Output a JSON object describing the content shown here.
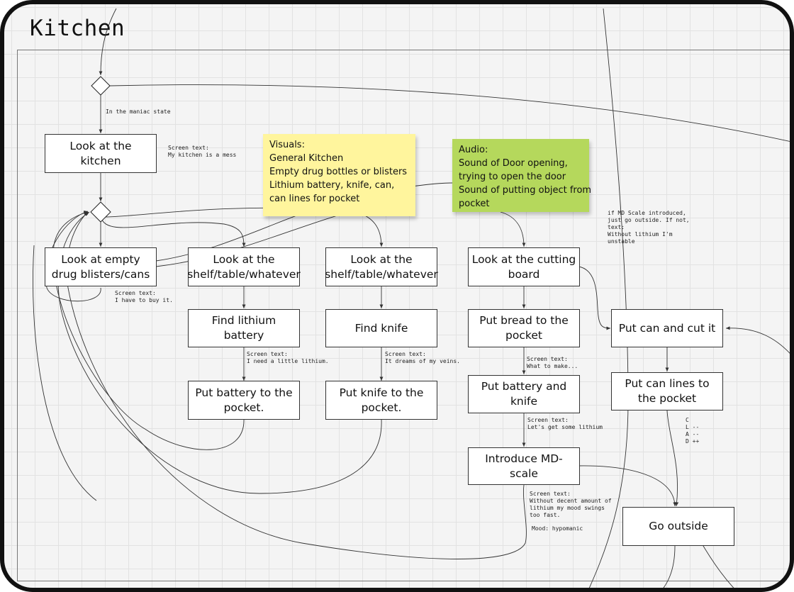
{
  "title": "Kitchen",
  "nodes": {
    "look_kitchen": "Look at the kitchen",
    "look_blisters": "Look at empty drug blisters/cans",
    "look_shelf_1": "Look at the shelf/table/whatever",
    "look_shelf_2": "Look at the shelf/table/whatever",
    "look_cutting_board": "Look at the cutting board",
    "find_lithium": "Find lithium battery",
    "find_knife": "Find knife",
    "put_bread": "Put bread to the pocket",
    "put_can_cut": "Put can and cut it",
    "put_battery": "Put battery to the pocket.",
    "put_knife": "Put knife to the pocket.",
    "put_battery_knife": "Put battery and knife",
    "put_can_lines": "Put can lines to the pocket",
    "introduce_md": "Introduce MD-scale",
    "go_outside": "Go outside"
  },
  "notes": {
    "maniac_state": "In the maniac state",
    "kitchen_mess": "Screen text:\nMy kitchen is a mess",
    "have_to_buy": "Screen text:\nI have to buy it.",
    "little_lithium": "Screen text:\nI need a little lithium.",
    "dreams_veins": "Screen text:\nIt dreams of my veins.",
    "what_to_make": "Screen text:\nWhat to make...",
    "get_lithium": "Screen text:\nLet's get some lithium",
    "mood_swings": "Screen text:\nWithout decent amount of\nlithium my mood swings\ntoo fast.",
    "mood_hypomanic": "Mood: hypomanic",
    "md_scale": "if MD Scale introduced,\njust go outside. If not,\ntext:\nWithout lithium I'm\nunstable",
    "cla_d": "C\nL --\nA --\nD ++"
  },
  "stickies": {
    "visuals": "Visuals:\nGeneral Kitchen\nEmpty drug bottles or blisters\nLithium battery, knife, can,\ncan lines for pocket",
    "audio": "Audio:\nSound of Door opening,\ntrying to open the door\nSound of putting object from\npocket"
  },
  "colors": {
    "sticky_yellow": "#fff59d",
    "sticky_green": "#b5d85c",
    "frame": "#111111",
    "grid": "#e2e2e2"
  }
}
